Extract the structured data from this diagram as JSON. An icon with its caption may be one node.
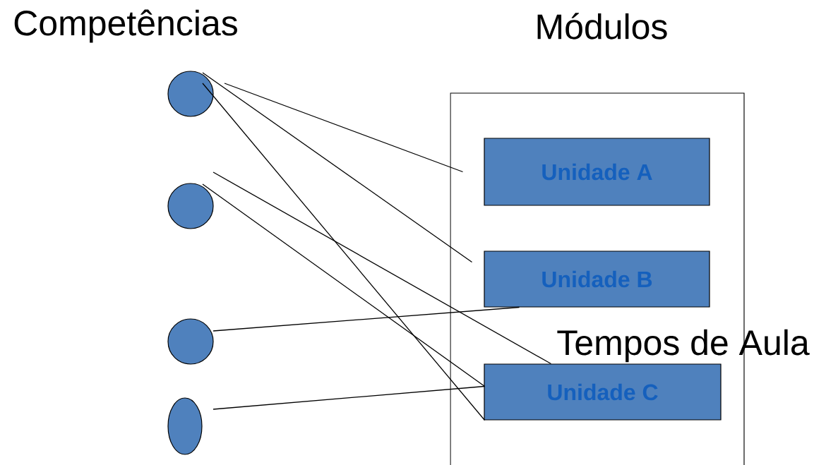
{
  "diagram": {
    "nodes": [
      {
        "text": [],
        "shape": "circle"
      },
      {
        "text": [],
        "shape": "circle"
      },
      {
        "text": [],
        "shape": "circle"
      },
      {
        "text": [],
        "shape": "circle"
      },
      {
        "text": [
          "Módulos"
        ]
      },
      {
        "text": [
          "Unidade A"
        ],
        "in": 4
      },
      {
        "text": [
          "Unidade B"
        ],
        "in": 4
      },
      {
        "text": [
          "Unidade C"
        ],
        "in": 4
      }
    ],
    "edges": [
      {
        "from": 0,
        "to": 5,
        "arrow": "none"
      },
      {
        "from": 0,
        "to": 6,
        "arrow": "none"
      },
      {
        "from": 0,
        "to": 7,
        "arrow": "none"
      },
      {
        "from": 1,
        "to": 7,
        "arrow": "none"
      },
      {
        "from": 1,
        "to": 7,
        "arrow": "none"
      },
      {
        "from": 2,
        "to": 6,
        "arrow": "none"
      },
      {
        "from": 3,
        "to": 7,
        "arrow": "none"
      }
    ],
    "labels": [
      "Competências",
      "Tempos de Aula"
    ]
  }
}
